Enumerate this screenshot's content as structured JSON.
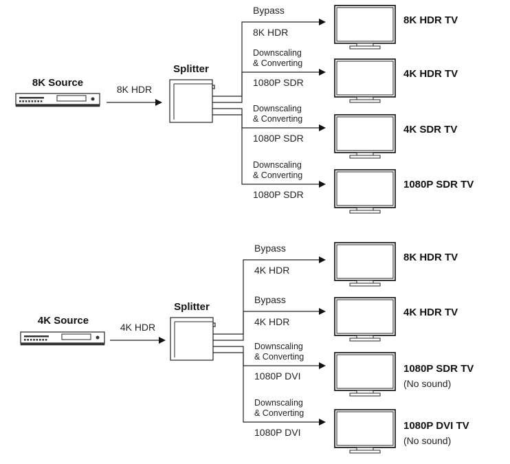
{
  "top": {
    "source_label": "8K Source",
    "input_signal": "8K HDR",
    "splitter_label": "Splitter",
    "outputs": [
      {
        "line1": "Bypass",
        "line2": "",
        "signal": "8K HDR",
        "tv": "8K HDR TV",
        "tv_note": ""
      },
      {
        "line1": "Downscaling",
        "line2": "& Converting",
        "signal": "1080P SDR",
        "tv": "4K HDR TV",
        "tv_note": ""
      },
      {
        "line1": "Downscaling",
        "line2": "& Converting",
        "signal": "1080P SDR",
        "tv": "4K SDR TV",
        "tv_note": ""
      },
      {
        "line1": "Downscaling",
        "line2": "& Converting",
        "signal": "1080P SDR",
        "tv": "1080P SDR TV",
        "tv_note": ""
      }
    ]
  },
  "bottom": {
    "source_label": "4K Source",
    "input_signal": "4K HDR",
    "splitter_label": "Splitter",
    "outputs": [
      {
        "line1": "Bypass",
        "line2": "",
        "signal": "4K HDR",
        "tv": "8K HDR TV",
        "tv_note": ""
      },
      {
        "line1": "Bypass",
        "line2": "",
        "signal": "4K HDR",
        "tv": "4K HDR TV",
        "tv_note": ""
      },
      {
        "line1": "Downscaling",
        "line2": "& Converting",
        "signal": "1080P DVI",
        "tv": "1080P SDR TV",
        "tv_note": "(No sound)"
      },
      {
        "line1": "Downscaling",
        "line2": "& Converting",
        "signal": "1080P DVI",
        "tv": "1080P DVI TV",
        "tv_note": "(No sound)"
      }
    ]
  }
}
